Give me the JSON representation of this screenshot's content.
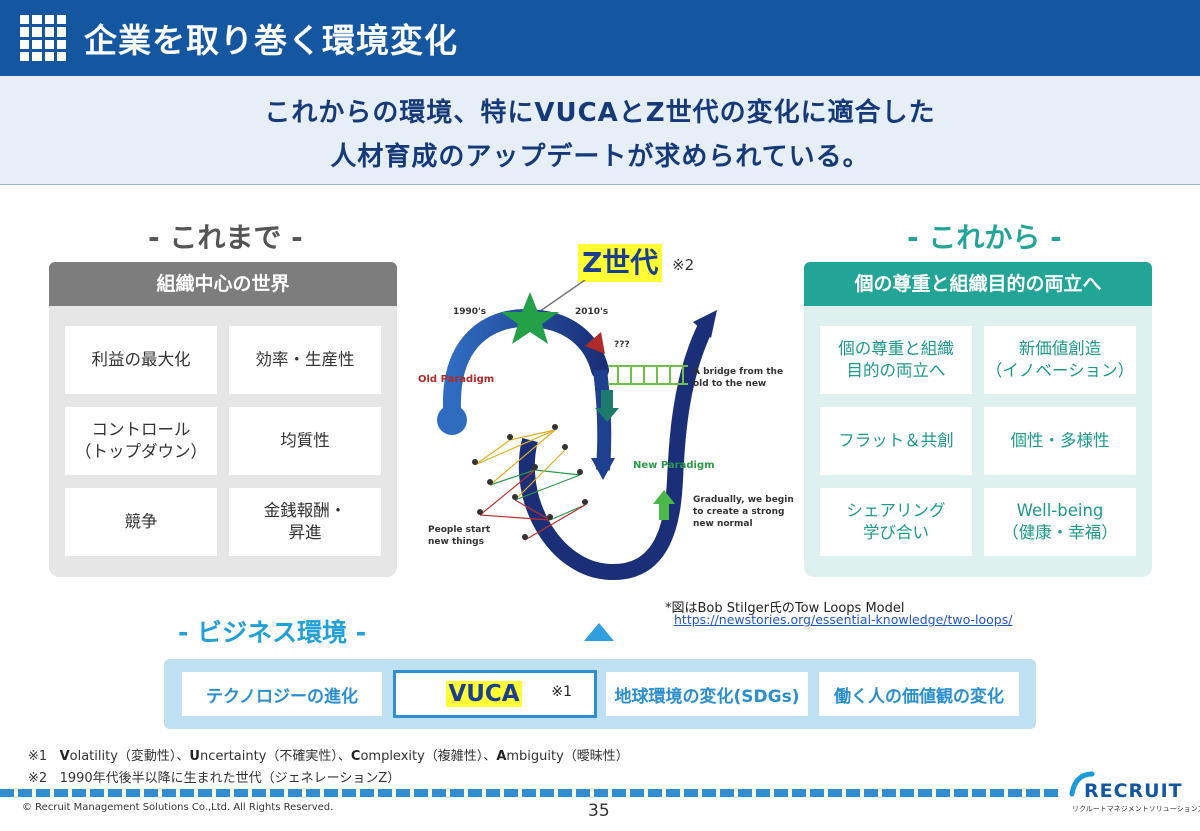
{
  "header": {
    "title": "企業を取り巻く環境変化"
  },
  "band": {
    "line1": "これからの環境、特にVUCAとZ世代の変化に適合した",
    "line2": "人材育成のアップデートが求められている。"
  },
  "left": {
    "heading": "- これまで -",
    "panel_title": "組織中心の世界",
    "cells": [
      "利益の最大化",
      "効率・生産性",
      "コントロール\n（トップダウン）",
      "均質性",
      "競争",
      "金銭報酬・\n昇進"
    ]
  },
  "right": {
    "heading": "- これから -",
    "panel_title": "個の尊重と組織目的の両立へ",
    "cells": [
      "個の尊重と組織\n目的の両立へ",
      "新価値創造\n（イノベーション）",
      "フラット＆共創",
      "個性・多様性",
      "シェアリング\n学び合い",
      "Well-being\n（健康・幸福）"
    ]
  },
  "diagram": {
    "zgen_label": "Z世代",
    "zgen_note": "※2",
    "label_1990": "1990's",
    "label_2010": "2010's",
    "old_paradigm": "Old Paradigm",
    "question": "???",
    "bridge": "A bridge from the\nold to the new",
    "new_paradigm": "New Paradigm",
    "gradually": "Gradually, we begin\nto create a strong\nnew normal",
    "people": "People start\nnew things",
    "caption": "*図はBob Stilger氏のTow Loops Model",
    "url": "https://newstories.org/essential-knowledge/two-loops/"
  },
  "business": {
    "heading": "- ビジネス環境 -",
    "items": [
      "テクノロジーの進化",
      "VUCA",
      "地球環境の変化(SDGs)",
      "働く人の価値観の変化"
    ],
    "vuca_note": "※1"
  },
  "notes": {
    "n1_mark": "※1",
    "n1_parts": [
      {
        "b": "V",
        "t": "olatility（変動性）、"
      },
      {
        "b": "U",
        "t": "ncertainty（不確実性）、"
      },
      {
        "b": "C",
        "t": "omplexity（複雑性）、"
      },
      {
        "b": "A",
        "t": "mbiguity（曖昧性）"
      }
    ],
    "n2_mark": "※2",
    "n2_text": "1990年代後半以降に生まれた世代（ジェネレーションZ）"
  },
  "footer": {
    "copyright": "© Recruit Management Solutions Co.,Ltd. All Rights Reserved.",
    "page": "35",
    "logo": "RECRUIT",
    "logo_sub": "リクルートマネジメントソリューションズ"
  },
  "colors": {
    "header": "#1457a0",
    "teal": "#22a596",
    "gray_head": "#7d7d7d",
    "vuca_highlight": "#ffff33"
  }
}
